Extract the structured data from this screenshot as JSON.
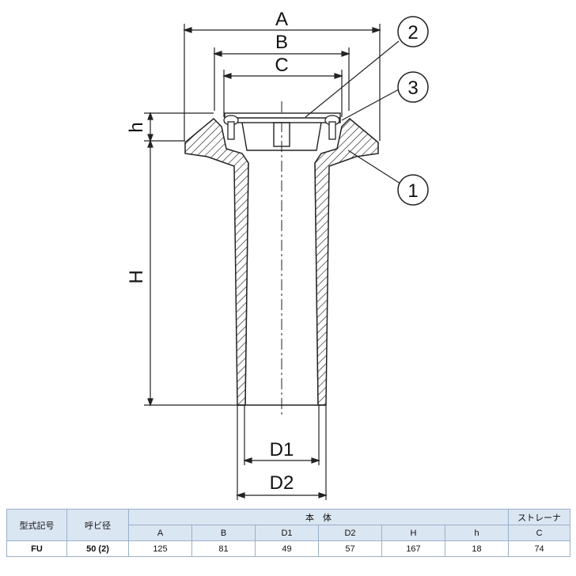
{
  "dimension_labels": {
    "A": "A",
    "B": "B",
    "C": "C",
    "h": "h",
    "H": "H",
    "D1": "D1",
    "D2": "D2"
  },
  "callouts": {
    "c1": "1",
    "c2": "2",
    "c3": "3"
  },
  "table": {
    "col_model": "型式記号",
    "col_size": "呼ビ径",
    "group_body": "本　体",
    "group_strainer": "ストレーナ",
    "sub_headers": [
      "A",
      "B",
      "D1",
      "D2",
      "H",
      "h",
      "C"
    ],
    "row": {
      "model": "FU",
      "size": "50 (2)",
      "values": [
        "125",
        "81",
        "49",
        "57",
        "167",
        "18",
        "74"
      ]
    }
  }
}
